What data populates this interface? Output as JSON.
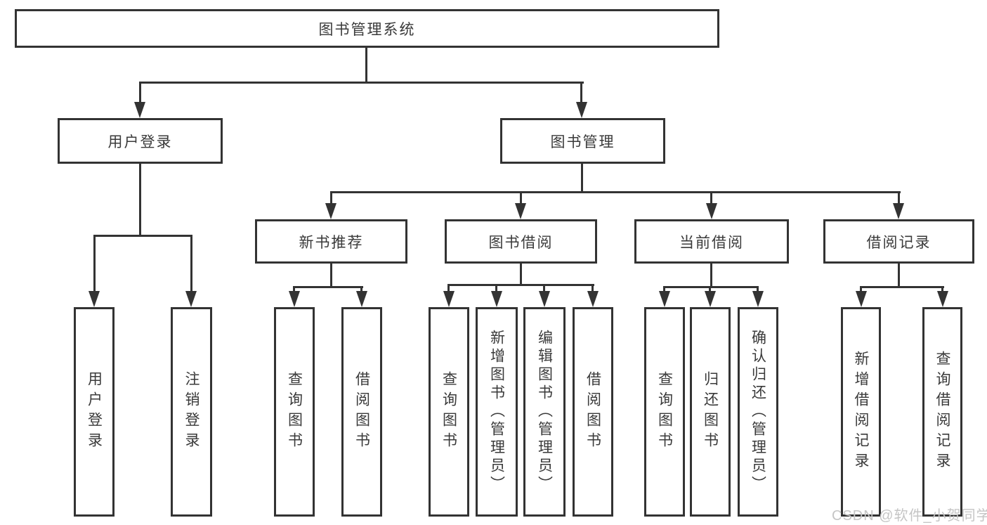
{
  "diagram": {
    "root": {
      "label": "图书管理系统"
    },
    "level1": [
      {
        "label": "用户登录"
      },
      {
        "label": "图书管理"
      }
    ],
    "level2": [
      {
        "label": "新书推荐"
      },
      {
        "label": "图书借阅"
      },
      {
        "label": "当前借阅"
      },
      {
        "label": "借阅记录"
      }
    ],
    "leaves": [
      {
        "label": "用户登录"
      },
      {
        "label": "注销登录"
      },
      {
        "label": "查询图书"
      },
      {
        "label": "借阅图书"
      },
      {
        "label": "查询图书"
      },
      {
        "label": "新增图书（管理员）"
      },
      {
        "label": "编辑图书（管理员）"
      },
      {
        "label": "借阅图书"
      },
      {
        "label": "查询图书"
      },
      {
        "label": "归还图书"
      },
      {
        "label": "确认归还（管理员）"
      },
      {
        "label": "新增借阅记录"
      },
      {
        "label": "查询借阅记录"
      }
    ]
  },
  "watermark": {
    "text": "CSDN @软件_小贺同学"
  },
  "colors": {
    "line": "#333333",
    "text": "#3a3a3a",
    "background": "#ffffff",
    "watermark": "#c5c5c5"
  }
}
